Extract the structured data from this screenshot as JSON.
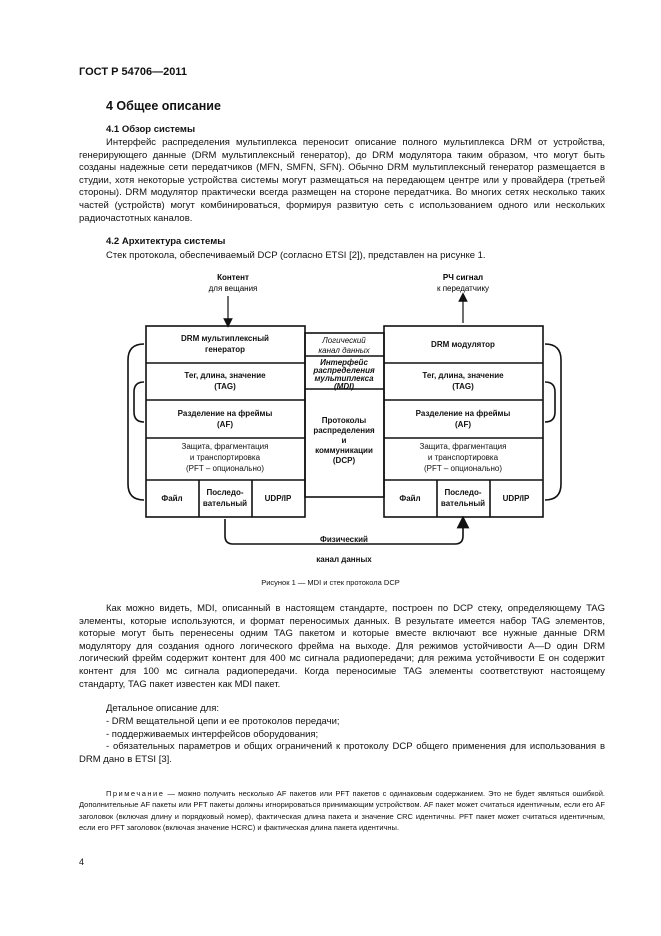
{
  "header": "ГОСТ Р 54706—2011",
  "section": {
    "title": "4 Общее описание",
    "sub1": {
      "title": "4.1 Обзор системы",
      "text": "Интерфейс распределения мультиплекса переносит описание полного мультиплекса DRM от устройства, генерирующего данные (DRM мультиплексный генератор), до DRM модулятора таким образом, что могут быть созданы надежные сети передатчиков (MFN, SMFN, SFN). Обычно DRM мультиплексный генератор размещается в студии, хотя некоторые устройства системы могут размещаться на передающем центре или у провайдера (третьей стороны). DRM модулятор практически всегда размещен на стороне передатчика. Во многих сетях несколько таких частей (устройств) могут комбинироваться, формируя развитую сеть с использованием одного или нескольких радиочастотных каналов."
    },
    "sub2": {
      "title": "4.2 Архитектура системы",
      "text": "Стек протокола, обеспечиваемый DCP (согласно ETSI [2]), представлен на рисунке 1."
    }
  },
  "figure": {
    "content_in": [
      "Контент",
      "для вещания"
    ],
    "rf_out": [
      "РЧ сигнал",
      "к передатчику"
    ],
    "left": {
      "rows": [
        [
          "DRM мультиплексный",
          "генератор"
        ],
        [
          "Тег, длина, значение",
          "(TAG)"
        ],
        [
          "Разделение на фреймы",
          "(AF)"
        ],
        [
          "Защита, фрагментация",
          "и транспортировка",
          "(PFT – опционально)"
        ]
      ],
      "bottom": [
        [
          "Файл"
        ],
        [
          "Последо-",
          "вательный"
        ],
        [
          "UDP/IP"
        ]
      ]
    },
    "right": {
      "rows": [
        [
          "DRM модулятор"
        ],
        [
          "Тег, длина, значение",
          "(TAG)"
        ],
        [
          "Разделение на фреймы",
          "(AF)"
        ],
        [
          "Защита, фрагментация",
          "и транспортировка",
          "(PFT – опционально)"
        ]
      ],
      "bottom": [
        [
          "Файл"
        ],
        [
          "Последо-",
          "вательный"
        ],
        [
          "UDP/IP"
        ]
      ]
    },
    "middle": {
      "logical": [
        "Логический",
        "канал данных"
      ],
      "mdi": [
        "Интерфейс",
        "распределения",
        "мультиплекса",
        "(MDI)"
      ],
      "dcp": [
        "Протоколы",
        "распределения",
        "и",
        "коммуникации",
        "(DCP)"
      ]
    },
    "physical": [
      "Физический",
      "канал данных"
    ],
    "caption": "Рисунок 1 — MDI и стек протокола DCP"
  },
  "body": {
    "p1": "Как можно видеть, MDI, описанный в настоящем стандарте, построен по DCP стеку, определяющему TAG элементы, которые используются, и формат переносимых данных. В результате имеется набор TAG элементов, которые могут быть перенесены одним TAG пакетом и которые вместе включают все нужные данные DRM модулятору для создания одного логического фрейма на выходе. Для режимов устойчивости A—D один DRM логический фрейм содержит контент для 400 мс сигнала радиопередачи; для режима устойчивости E он содержит контент для 100 мс сигнала радиопередачи. Когда переносимые TAG элементы соответствуют настоящему стандарту, TAG пакет известен как MDI пакет.",
    "p2": "Детальное описание для:",
    "list": [
      "- DRM вещательной цепи и ее протоколов передачи;",
      "- поддерживаемых интерфейсов оборудования;",
      "- обязательных параметров и общих ограничений к протоколу DCP общего применения для использования в DRM дано в ETSI [3]."
    ]
  },
  "note": {
    "label": "Примечание",
    "text": " — можно получить несколько AF пакетов или PFT пакетов с одинаковым содержанием. Это не будет являться ошибкой. Дополнительные AF пакеты или PFT пакеты должны игнорироваться принимающим устройством. AF пакет может считаться идентичным, если его AF заголовок (включая длину и порядковый номер), фактическая длина пакета и значение CRC идентичны. PFT пакет может считаться идентичным, если его PFT заголовок (включая значение HCRC) и фактическая длина пакета идентичны."
  },
  "page_number": "4"
}
